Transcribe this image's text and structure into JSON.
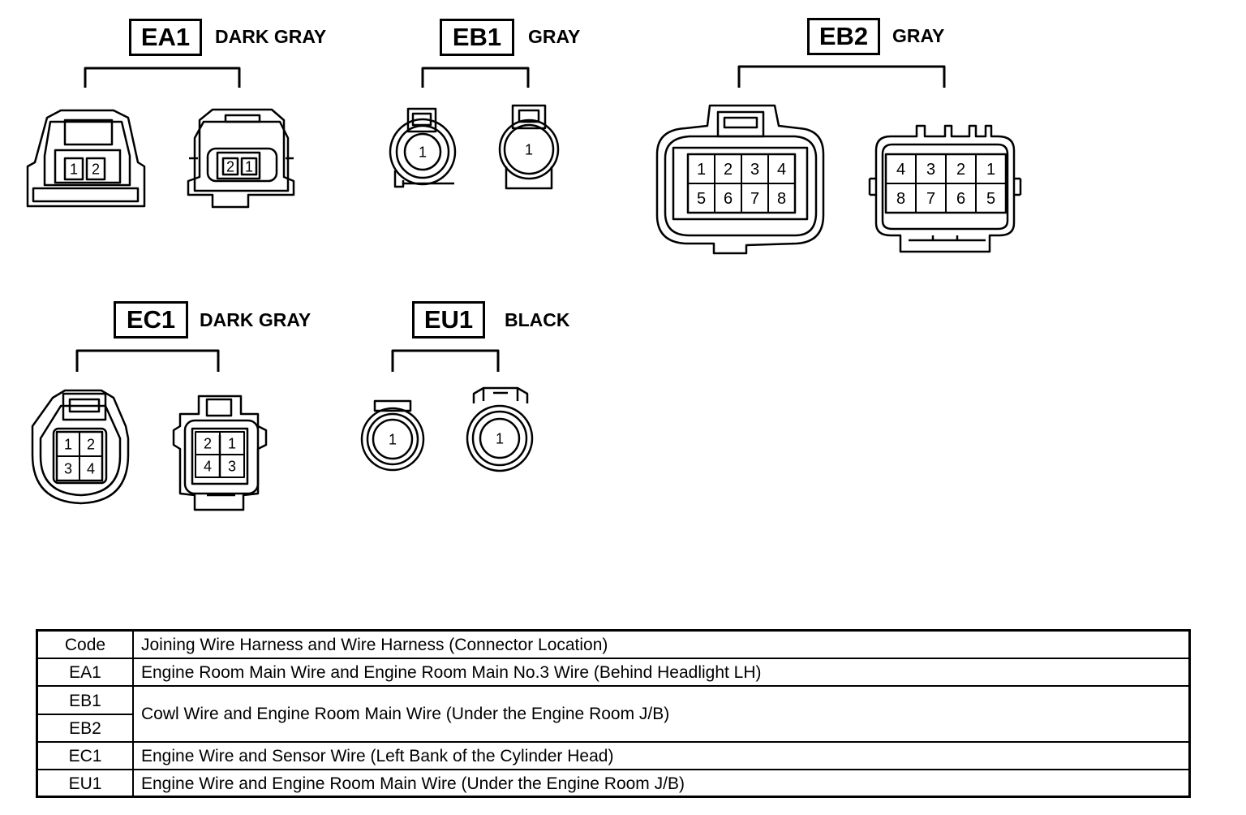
{
  "connectors": {
    "ea1": {
      "code": "EA1",
      "color": "DARK GRAY",
      "left_pins": [
        "1",
        "2"
      ],
      "right_pins": [
        "2",
        "1"
      ]
    },
    "eb1": {
      "code": "EB1",
      "color": "GRAY",
      "left_pins": [
        "1"
      ],
      "right_pins": [
        "1"
      ]
    },
    "eb2": {
      "code": "EB2",
      "color": "GRAY",
      "left_pins": [
        "1",
        "2",
        "3",
        "4",
        "5",
        "6",
        "7",
        "8"
      ],
      "right_pins": [
        "4",
        "3",
        "2",
        "1",
        "8",
        "7",
        "6",
        "5"
      ]
    },
    "ec1": {
      "code": "EC1",
      "color": "DARK GRAY",
      "left_pins": [
        "1",
        "2",
        "3",
        "4"
      ],
      "right_pins": [
        "2",
        "1",
        "4",
        "3"
      ]
    },
    "eu1": {
      "code": "EU1",
      "color": "BLACK",
      "left_pins": [
        "1"
      ],
      "right_pins": [
        "1"
      ]
    }
  },
  "table": {
    "header": {
      "code": "Code",
      "desc": "Joining Wire Harness and Wire Harness (Connector Location)"
    },
    "rows": [
      {
        "code": "EA1",
        "desc": "Engine Room Main Wire and Engine Room Main No.3 Wire (Behind Headlight LH)"
      },
      {
        "code": "EB1",
        "code2": "EB2",
        "desc": "Cowl Wire and Engine Room Main Wire (Under the Engine Room J/B)"
      },
      {
        "code": "EC1",
        "desc": "Engine Wire and Sensor Wire (Left Bank of the Cylinder Head)"
      },
      {
        "code": "EU1",
        "desc": "Engine Wire and Engine Room Main Wire (Under the Engine Room J/B)"
      }
    ]
  }
}
